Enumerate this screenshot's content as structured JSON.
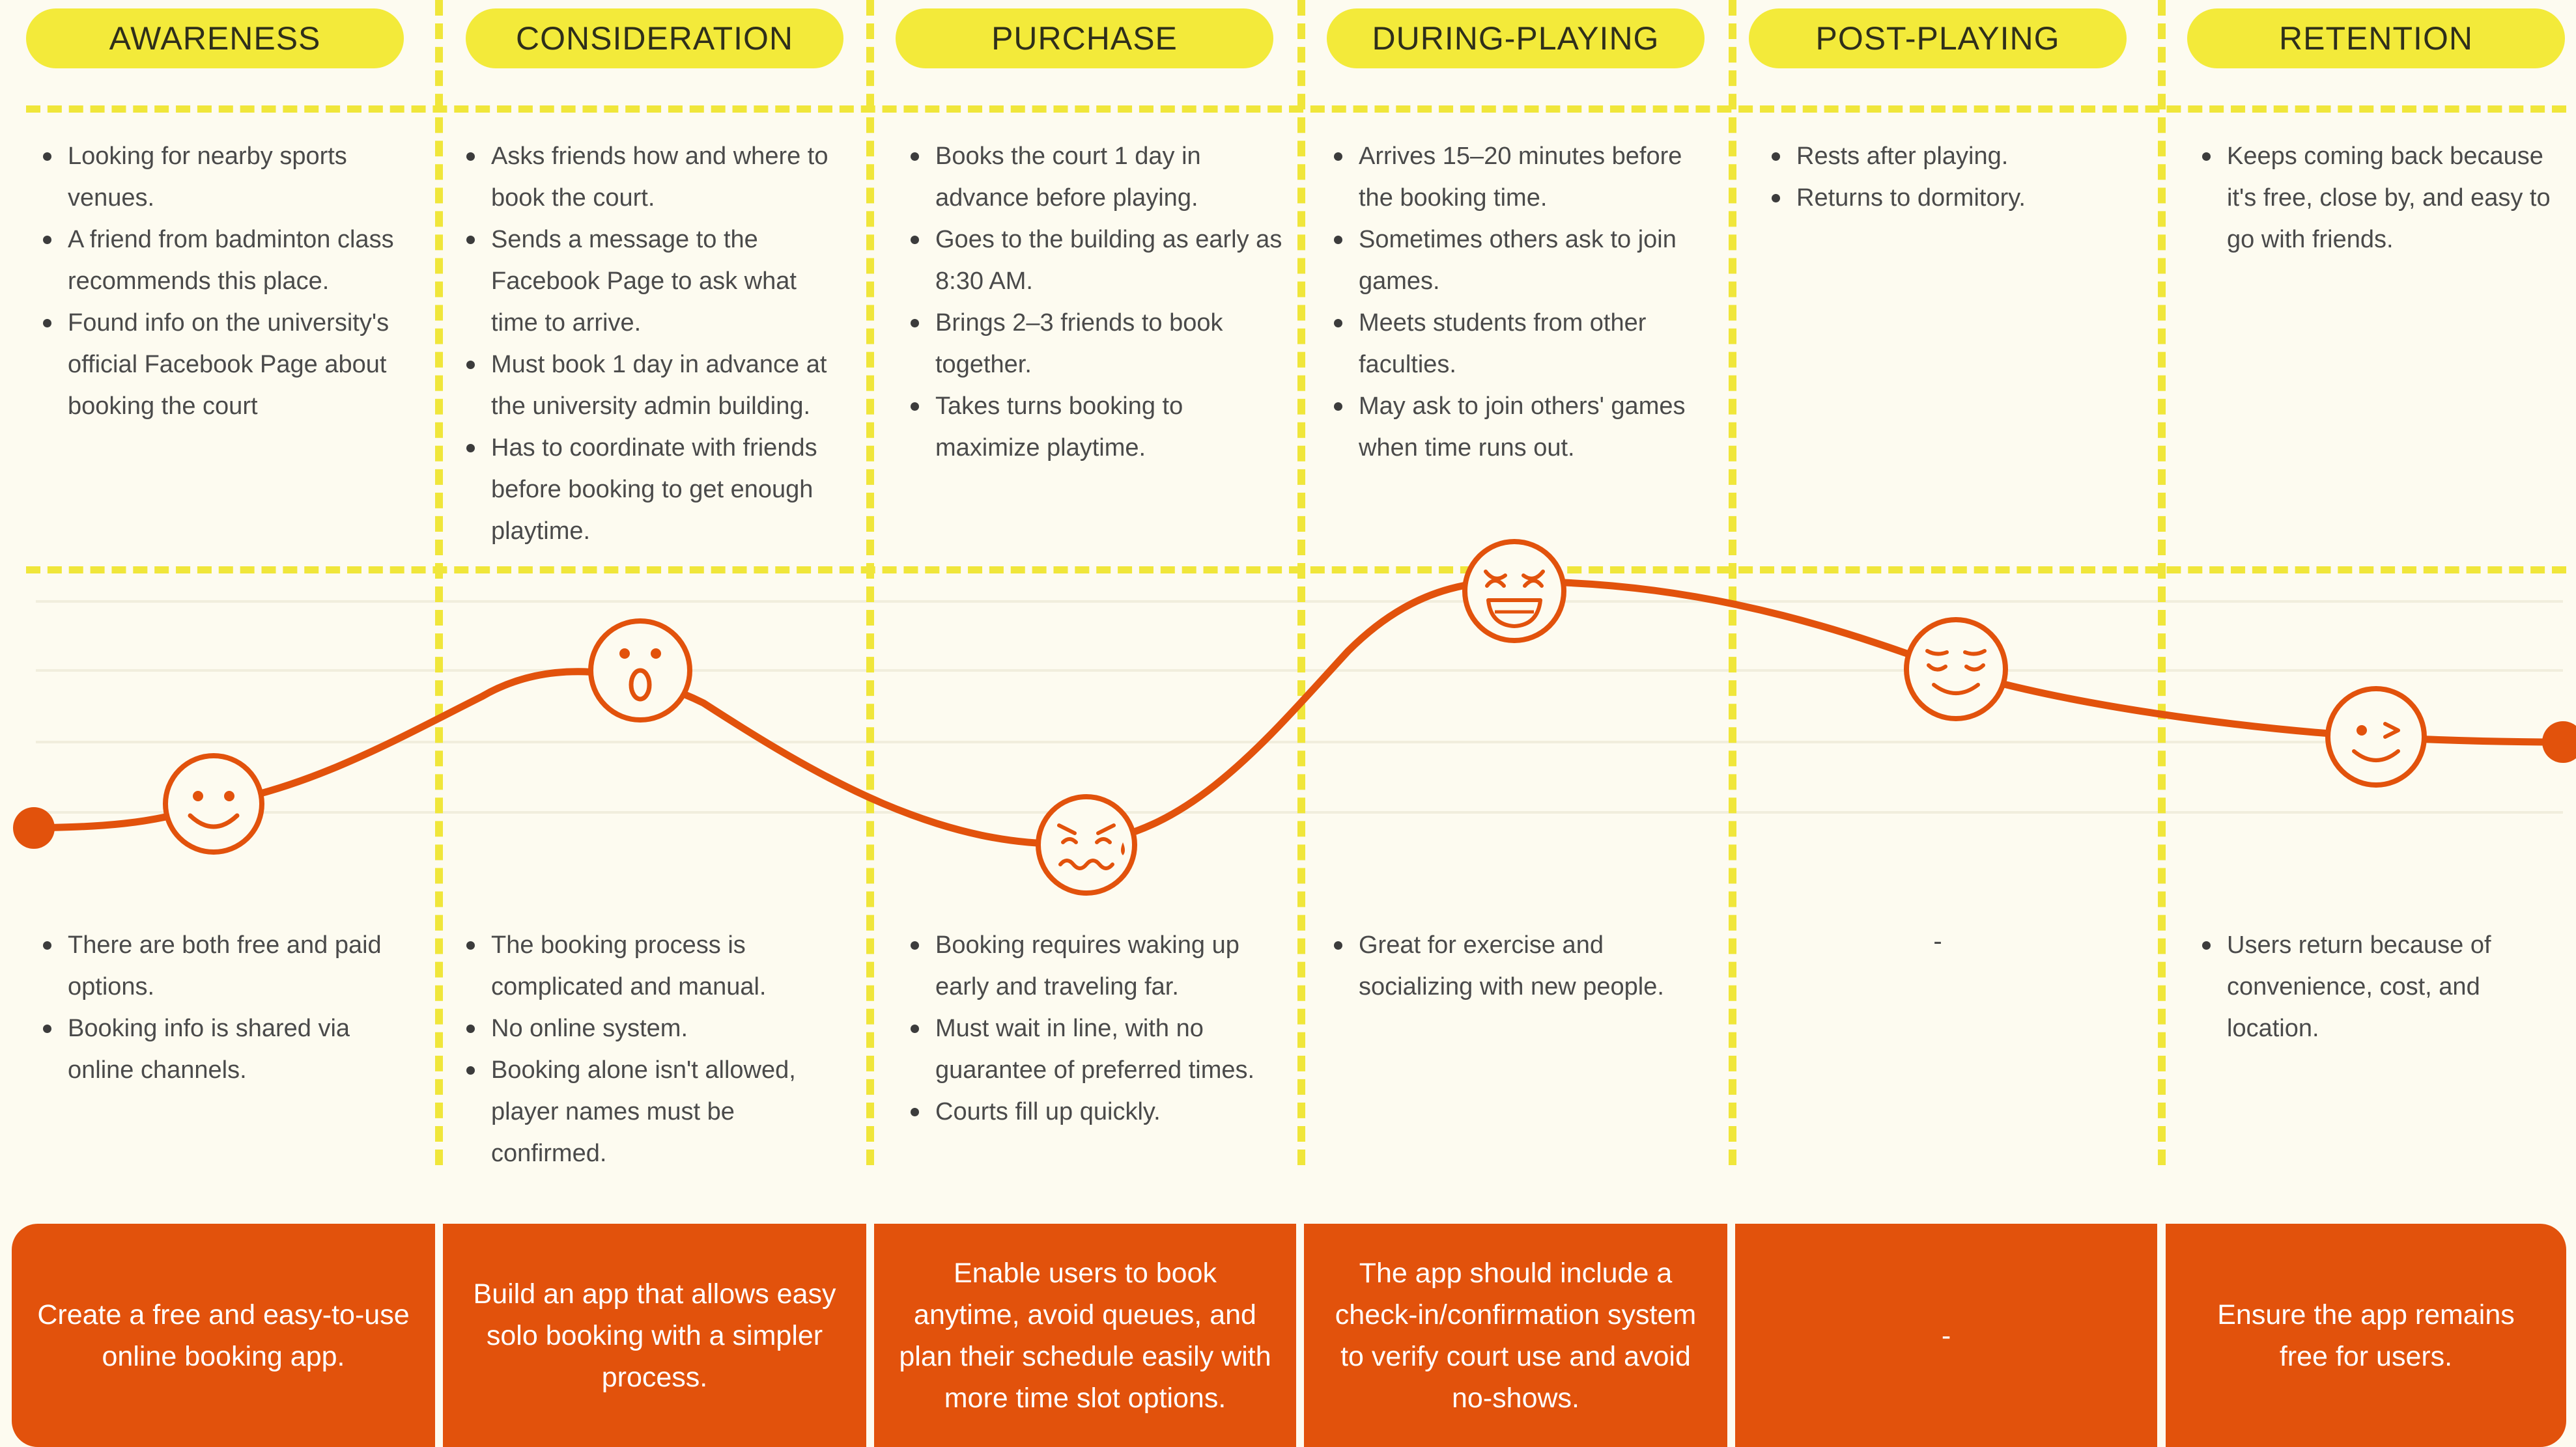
{
  "stages": [
    {
      "name": "AWARENESS",
      "actions": [
        "Looking for nearby sports venues.",
        "A friend from badminton class recommends this place.",
        "Found info on the university's official Facebook Page about booking the court"
      ],
      "pain_points": [
        "There are both free and paid options.",
        "Booking info is shared via online channels."
      ],
      "emotion": "smile-face-icon",
      "emotion_level": 0.39,
      "opportunity": "Create a free and easy-to-use online booking app."
    },
    {
      "name": "CONSIDERATION",
      "actions": [
        "Asks friends how and where to book the court.",
        "Sends a message to the Facebook Page to ask what time to arrive.",
        "Must book 1 day in advance at the university admin building.",
        "Has to coordinate with friends before booking to get enough playtime."
      ],
      "pain_points": [
        "The booking process is complicated and manual.",
        "No online system.",
        "Booking alone isn't allowed, player names must be confirmed."
      ],
      "emotion": "surprised-face-icon",
      "emotion_level": 0.76,
      "opportunity": "Build an app that allows easy solo booking with a simpler process."
    },
    {
      "name": "PURCHASE",
      "actions": [
        "Books the court 1 day in advance before playing.",
        "Goes to the building as early as 8:30 AM.",
        "Brings 2–3 friends to book together.",
        "Takes turns booking to maximize playtime."
      ],
      "pain_points": [
        "Booking requires waking up early and traveling far.",
        "Must wait in line, with no guarantee of preferred times.",
        "Courts fill up quickly."
      ],
      "emotion": "worried-face-icon",
      "emotion_level": 0.25,
      "opportunity": "Enable users to book anytime, avoid queues, and plan their schedule easily with more time slot options."
    },
    {
      "name": "DURING-PLAYING",
      "actions": [
        "Arrives 15–20 minutes before the booking time.",
        "Sometimes others ask to join games.",
        "Meets students from other faculties.",
        "May ask to join others' games when time runs out."
      ],
      "pain_points": [
        "Great for exercise and socializing with new people."
      ],
      "emotion": "laughing-face-icon",
      "emotion_level": 1.0,
      "opportunity": "The app should include a check-in/confirmation system to verify court use and avoid no-shows."
    },
    {
      "name": "POST-PLAYING",
      "actions": [
        "Rests after playing.",
        "Returns to dormitory."
      ],
      "pain_points": [],
      "pain_placeholder": "-",
      "emotion": "content-face-icon",
      "emotion_level": 0.78,
      "opportunity": "-"
    },
    {
      "name": "RETENTION",
      "actions": [
        "Keeps coming back because it's free, close by, and easy to go with friends."
      ],
      "pain_points": [
        "Users return because of convenience, cost, and location."
      ],
      "emotion": "winking-face-icon",
      "emotion_level": 0.53,
      "opportunity": "Ensure the app remains free for users."
    }
  ],
  "colors": {
    "background": "#fdfbf0",
    "header_fill": "#f3ea3a",
    "divider": "#f0e63a",
    "curve": "#e2520c",
    "opportunity_fill": "#e2520c",
    "text": "#4a4a4a"
  }
}
